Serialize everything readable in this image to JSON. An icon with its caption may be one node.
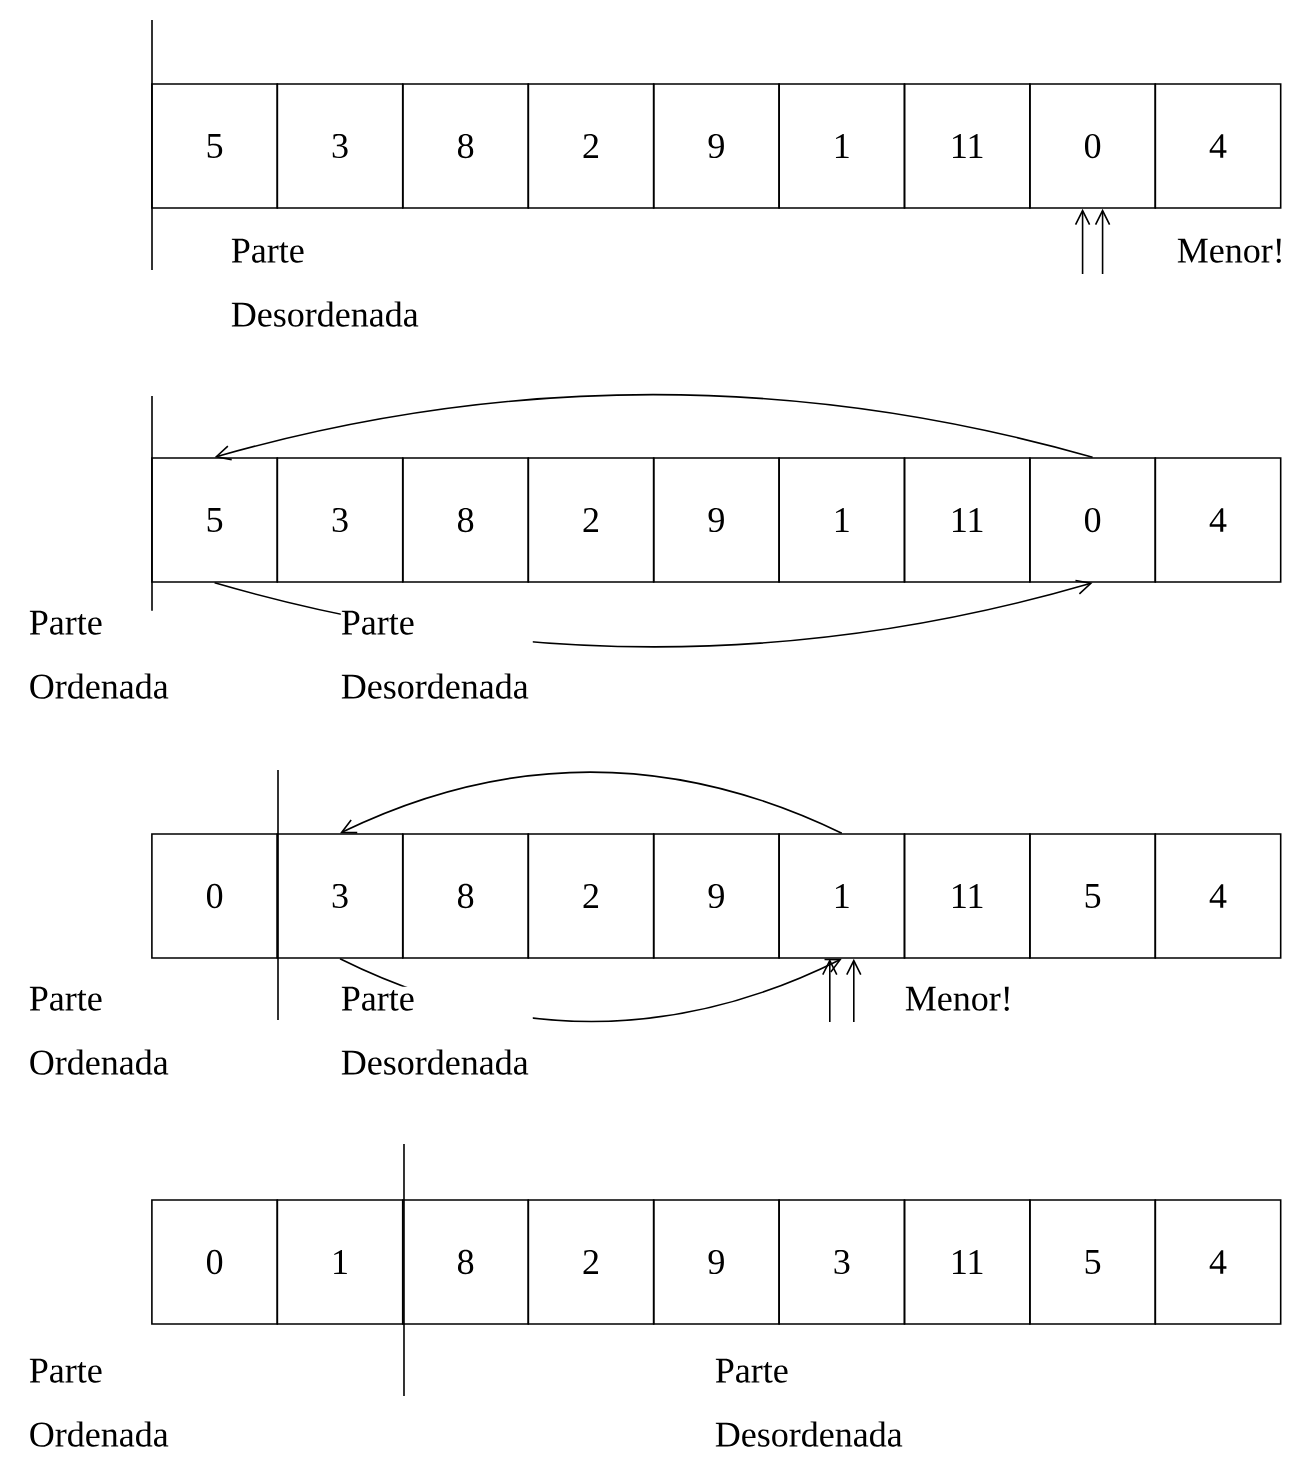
{
  "diagram": {
    "nodes": [
      {
        "text": [
          "5"
        ]
      },
      {
        "text": [
          "3"
        ]
      },
      {
        "text": [
          "8"
        ]
      },
      {
        "text": [
          "2"
        ]
      },
      {
        "text": [
          "9"
        ]
      },
      {
        "text": [
          "1"
        ]
      },
      {
        "text": [
          "11"
        ]
      },
      {
        "text": [
          "0"
        ]
      },
      {
        "text": [
          "4"
        ]
      },
      {
        "text": [
          "5"
        ]
      },
      {
        "text": [
          "3"
        ]
      },
      {
        "text": [
          "8"
        ]
      },
      {
        "text": [
          "2"
        ]
      },
      {
        "text": [
          "9"
        ]
      },
      {
        "text": [
          "1"
        ]
      },
      {
        "text": [
          "11"
        ]
      },
      {
        "text": [
          "0"
        ]
      },
      {
        "text": [
          "4"
        ]
      },
      {
        "text": [
          "0"
        ]
      },
      {
        "text": [
          "3"
        ]
      },
      {
        "text": [
          "8"
        ]
      },
      {
        "text": [
          "2"
        ]
      },
      {
        "text": [
          "9"
        ]
      },
      {
        "text": [
          "1"
        ]
      },
      {
        "text": [
          "11"
        ]
      },
      {
        "text": [
          "5"
        ]
      },
      {
        "text": [
          "4"
        ]
      },
      {
        "text": [
          "0"
        ]
      },
      {
        "text": [
          "1"
        ]
      },
      {
        "text": [
          "8"
        ]
      },
      {
        "text": [
          "2"
        ]
      },
      {
        "text": [
          "9"
        ]
      },
      {
        "text": [
          "3"
        ]
      },
      {
        "text": [
          "11"
        ]
      },
      {
        "text": [
          "5"
        ]
      },
      {
        "text": [
          "4"
        ]
      }
    ],
    "edges": [
      {
        "from": null,
        "to": 7,
        "arrow": "to"
      },
      {
        "from": 16,
        "to": 9,
        "arrow": "to"
      },
      {
        "from": 9,
        "to": 16,
        "arrow": "to"
      },
      {
        "from": 23,
        "to": 19,
        "arrow": "to"
      },
      {
        "from": 19,
        "to": 23,
        "arrow": "to"
      },
      {
        "from": null,
        "to": 23,
        "arrow": "to"
      }
    ],
    "labels": [
      "Parte Desordenada",
      "Menor!",
      "Parte Ordenada",
      "Parte Desordenada",
      "Parte Ordenada",
      "Parte Desordenada",
      "Menor!",
      "Parte Ordenada",
      "Parte Desordenada"
    ]
  }
}
